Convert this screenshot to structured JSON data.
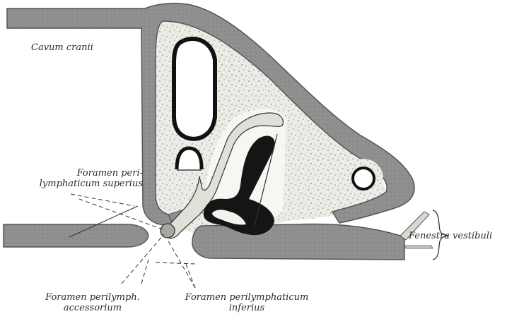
{
  "labels": {
    "cavum_cranii": "Cavum cranii",
    "foramen_superius": {
      "line1": "Foramen peri-",
      "line2": "lymphaticum superius"
    },
    "fenestra_vestibuli": "Fenestra vestibuli",
    "foramen_accessorium": {
      "line1": "Foramen perilymph.",
      "line2": "accessorium"
    },
    "foramen_inferius": {
      "line1": "Foramen perilymphaticum",
      "line2": "inferius"
    }
  },
  "colors": {
    "cartilage": "#8f8f8f",
    "cartilage_edge": "#555555",
    "perilymph": "#ecece6",
    "stipple": "#4a4a4a",
    "membrane": "#111111",
    "background": "#ffffff"
  }
}
